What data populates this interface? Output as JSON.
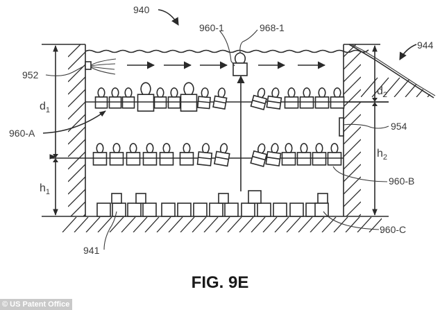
{
  "figure": {
    "title": "FIG. 9E",
    "labels": {
      "system": "940",
      "floor": "941",
      "slope": "944",
      "nozzle": "952",
      "sensor": "954",
      "lifted_unit": "960-1",
      "float": "968-1",
      "shelf_a": "960-A",
      "shelf_b": "960-B",
      "shelf_c": "960-C"
    },
    "dimensions": {
      "d1": {
        "main": "d",
        "sub": "1"
      },
      "h1": {
        "main": "h",
        "sub": "1"
      },
      "d2": {
        "main": "d",
        "sub": "2"
      },
      "h2": {
        "main": "h",
        "sub": "2"
      }
    }
  },
  "credit": "© US Patent Office",
  "colors": {
    "ink": "#2a2a2a",
    "credit_bg": "#c9c9c9"
  }
}
